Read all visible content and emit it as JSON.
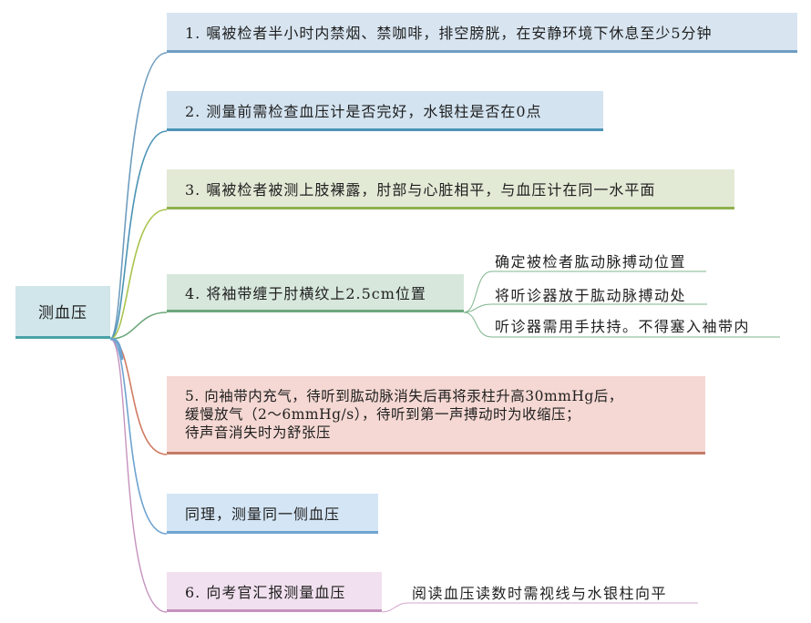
{
  "root": {
    "label": "测血压",
    "color": "#4aa3a6"
  },
  "branches": [
    {
      "id": "step1",
      "label": "1. 嘱被检者半小时内禁烟、禁咖啡，排空膀胱，在安静环境下休息至少5分钟",
      "fill": "#d8e5f1",
      "line": "#6f9dc0"
    },
    {
      "id": "step2",
      "label": "2. 测量前需检查血压计是否完好，水银柱是否在0点",
      "fill": "#d3e3f0",
      "line": "#4b93b5"
    },
    {
      "id": "step3",
      "label": "3. 嘱被检者被测上肢裸露，肘部与心脏相平，与血压计在同一水平面",
      "fill": "#e2e9d5",
      "line": "#8fb14e"
    },
    {
      "id": "step4",
      "label": "4. 将袖带缠于肘横纹上2.5cm位置",
      "fill": "#d7e7dc",
      "line": "#6da77c",
      "children": [
        {
          "label": "确定被检者肱动脉搏动位置"
        },
        {
          "label": "将听诊器放于肱动脉搏动处"
        },
        {
          "label": "听诊器需用手扶持。不得塞入袖带内"
        }
      ]
    },
    {
      "id": "step5",
      "label_lines": [
        "5. 向袖带内充气，待听到肱动脉消失后再将汞柱升高30mmHg后，",
        "缓慢放气（2～6mmHg/s），待听到第一声搏动时为收缩压；",
        "待声音消失时为舒张压"
      ],
      "fill": "#f5d8d3",
      "line": "#c47b68"
    },
    {
      "id": "repeat",
      "label": "同理，测量同一侧血压",
      "fill": "#d4e5f5",
      "line": "#6fa3d0"
    },
    {
      "id": "step6",
      "label": "6. 向考官汇报测量血压",
      "fill": "#f1e0ef",
      "line": "#c592bd",
      "children": [
        {
          "label": "阅读血压读数时需视线与水银柱向平"
        }
      ]
    }
  ]
}
